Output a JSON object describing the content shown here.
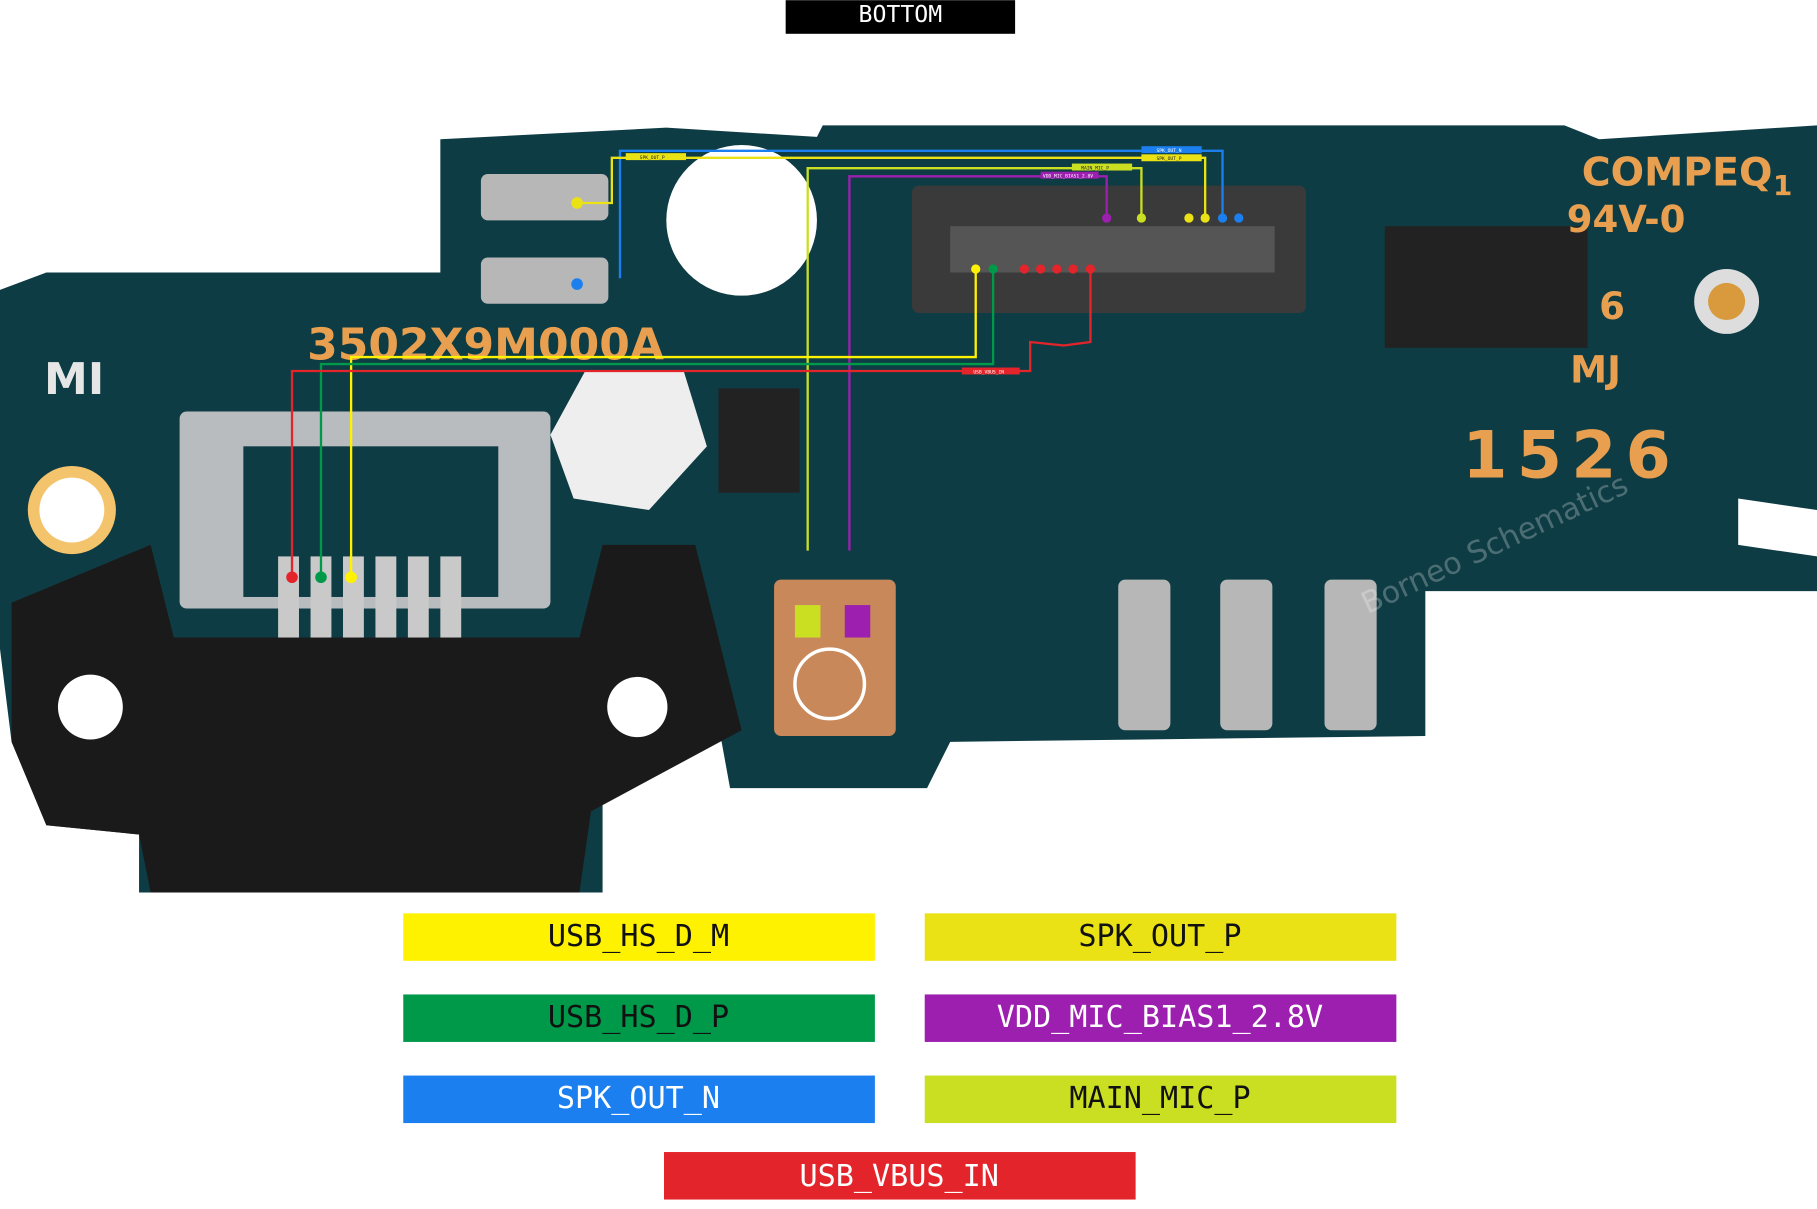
{
  "title": "BOTTOM",
  "board": {
    "part_number": "3502X9M000A",
    "logo": "MI",
    "maker": "COMPEQ",
    "maker_pin": "1",
    "rating": "94V-0",
    "mark_6": "6",
    "mark_mj": "MJ",
    "date_code": "1526",
    "watermark": "Borneo Schematics"
  },
  "trace_labels": {
    "spk_out_p_left": "SPK_OUT_P",
    "spk_out_n_top": "SPK_OUT_N",
    "spk_out_p_top": "SPK_OUT_P",
    "main_mic_p": "MAIN_MIC_P",
    "vdd_mic": "VDD_MIC_BIAS1_2.8V",
    "usb_vbus": "USB_VBUS_IN"
  },
  "legend": [
    {
      "label": "USB_HS_D_M",
      "color": "#fff200",
      "text_color": "#111111"
    },
    {
      "label": "SPK_OUT_P",
      "color": "#eae215",
      "text_color": "#111111"
    },
    {
      "label": "USB_HS_D_P",
      "color": "#00994a",
      "text_color": "#111111"
    },
    {
      "label": "VDD_MIC_BIAS1_2.8V",
      "color": "#9c1fb0",
      "text_color": "#ffffff"
    },
    {
      "label": "SPK_OUT_N",
      "color": "#1b7ff0",
      "text_color": "#ffffff"
    },
    {
      "label": "MAIN_MIC_P",
      "color": "#cadf22",
      "text_color": "#111111"
    },
    {
      "label": "USB_VBUS_IN",
      "color": "#e3242b",
      "text_color": "#ffffff"
    }
  ]
}
